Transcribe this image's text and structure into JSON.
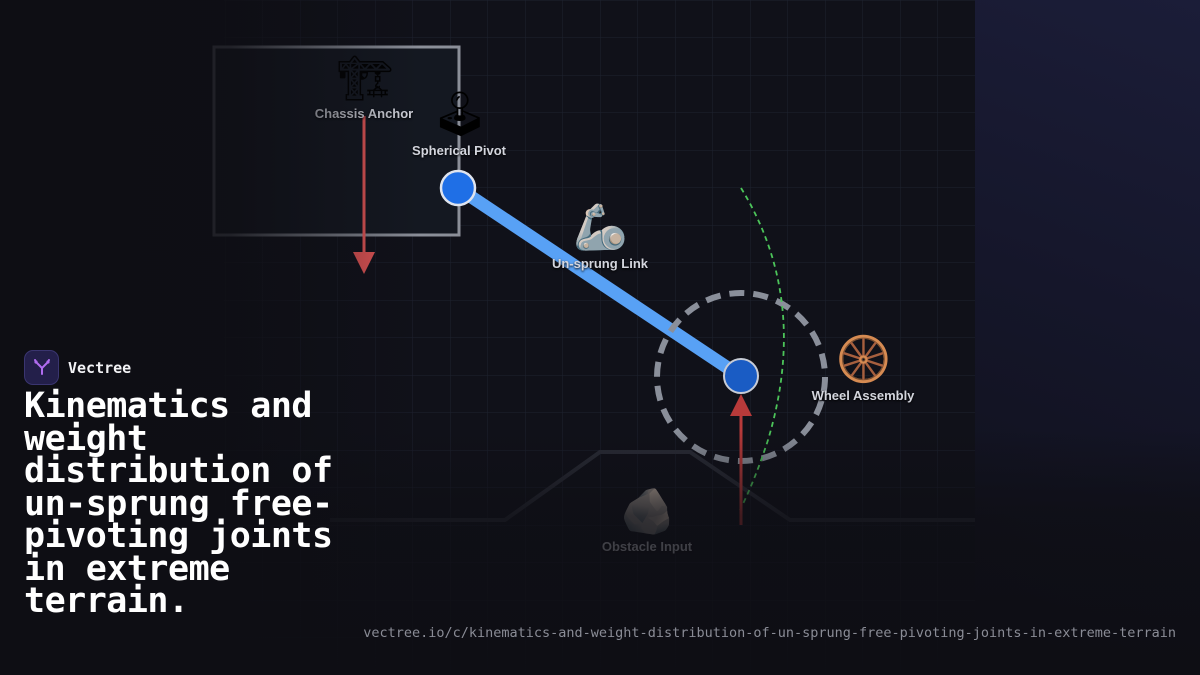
{
  "brand": {
    "name": "Vectree",
    "accent": "#b06cf0"
  },
  "headline": "Kinematics and weight distribution of un-sprung free-pivoting joints in extreme terrain.",
  "url": "vectree.io/c/kinematics-and-weight-distribution-of-un-sprung-free-pivoting-joints-in-extreme-terrain",
  "diagram": {
    "nodes": [
      {
        "id": "chassis-anchor",
        "label": "Chassis Anchor",
        "icon": "construction-crane-icon",
        "glyph": "🏗"
      },
      {
        "id": "spherical-pivot",
        "label": "Spherical Pivot",
        "icon": "joystick-icon",
        "glyph": "🕹"
      },
      {
        "id": "un-sprung-link",
        "label": "Un-sprung Link",
        "icon": "mechanical-arm-icon",
        "glyph": "🦾"
      },
      {
        "id": "wheel-assembly",
        "label": "Wheel Assembly",
        "icon": "wheel-icon",
        "glyph": "🛞"
      },
      {
        "id": "obstacle-input",
        "label": "Obstacle Input",
        "icon": "rock-icon",
        "glyph": "🪨"
      }
    ],
    "forces": [
      {
        "id": "chassis-weight",
        "direction": "down",
        "color": "#f25a5a"
      },
      {
        "id": "obstacle-reaction",
        "direction": "up",
        "color": "#b83a3a"
      }
    ],
    "colors": {
      "link": "#58a1f5",
      "joint": "#1f6fe6",
      "swing-arc": "#4cc55a",
      "wheel-travel": "#8a8f9a",
      "chassis-frame": "#8b8f99"
    }
  }
}
